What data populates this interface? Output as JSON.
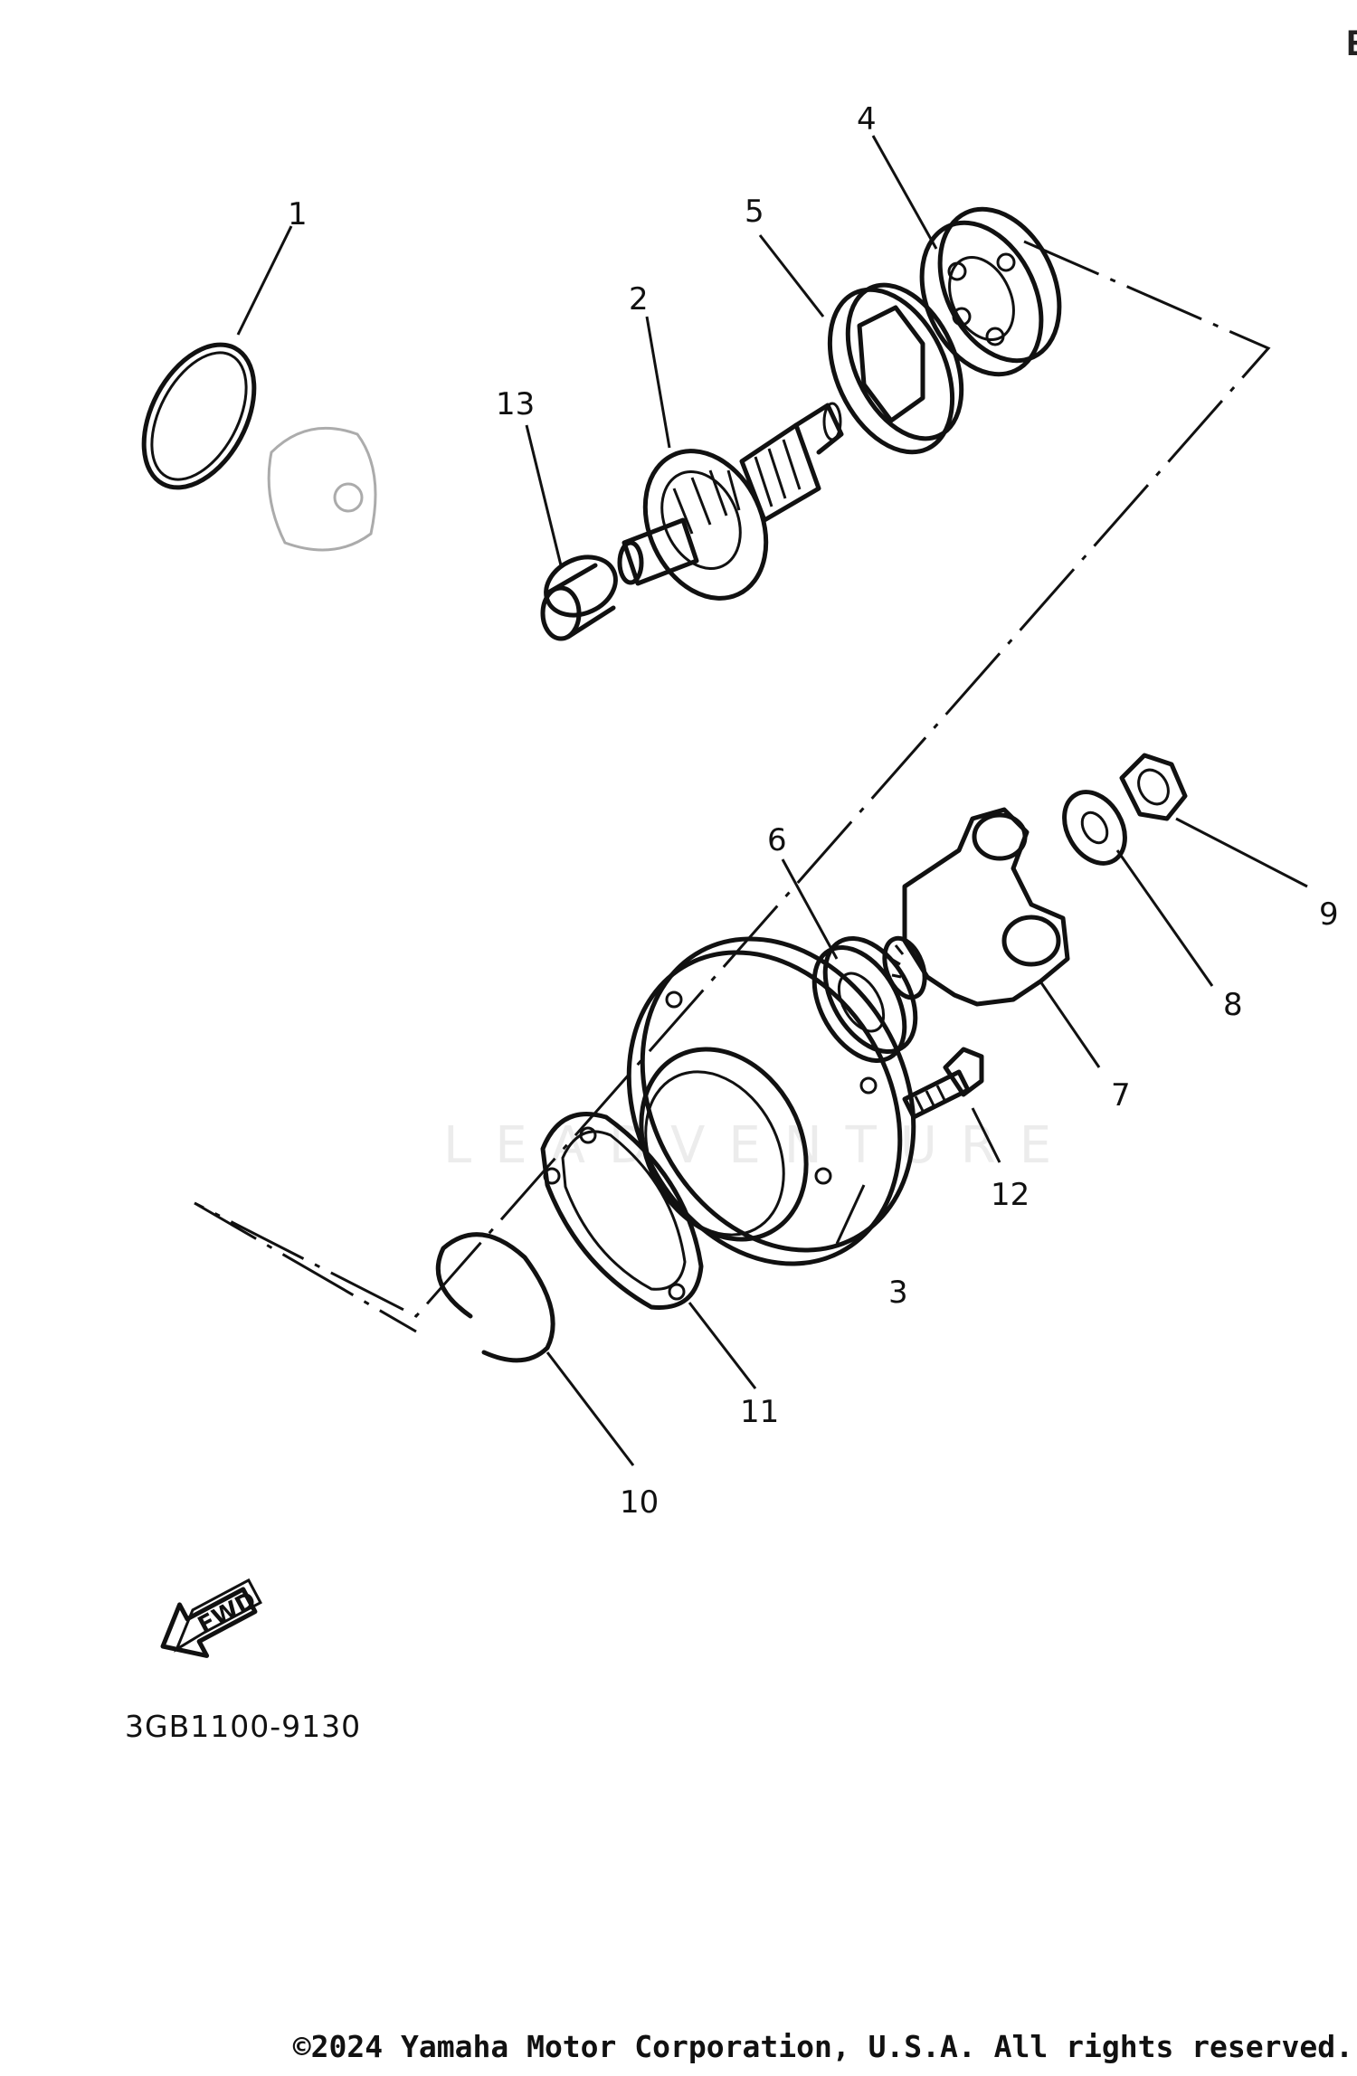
{
  "callouts": {
    "c1": "1",
    "c2": "2",
    "c3": "3",
    "c4": "4",
    "c5": "5",
    "c6": "6",
    "c7": "7",
    "c8": "8",
    "c9": "9",
    "c10": "10",
    "c11": "11",
    "c12": "12",
    "c13": "13"
  },
  "fwd_label": "FWD",
  "part_code": "3GB1100-9130",
  "watermark": "LEADVENTURE",
  "copyright": "©2024 Yamaha Motor Corporation, U.S.A. All rights reserved.",
  "edge_fragment": "E",
  "colors": {
    "ink": "#111111",
    "watermark": "#c9c9c9",
    "background": "#ffffff"
  }
}
